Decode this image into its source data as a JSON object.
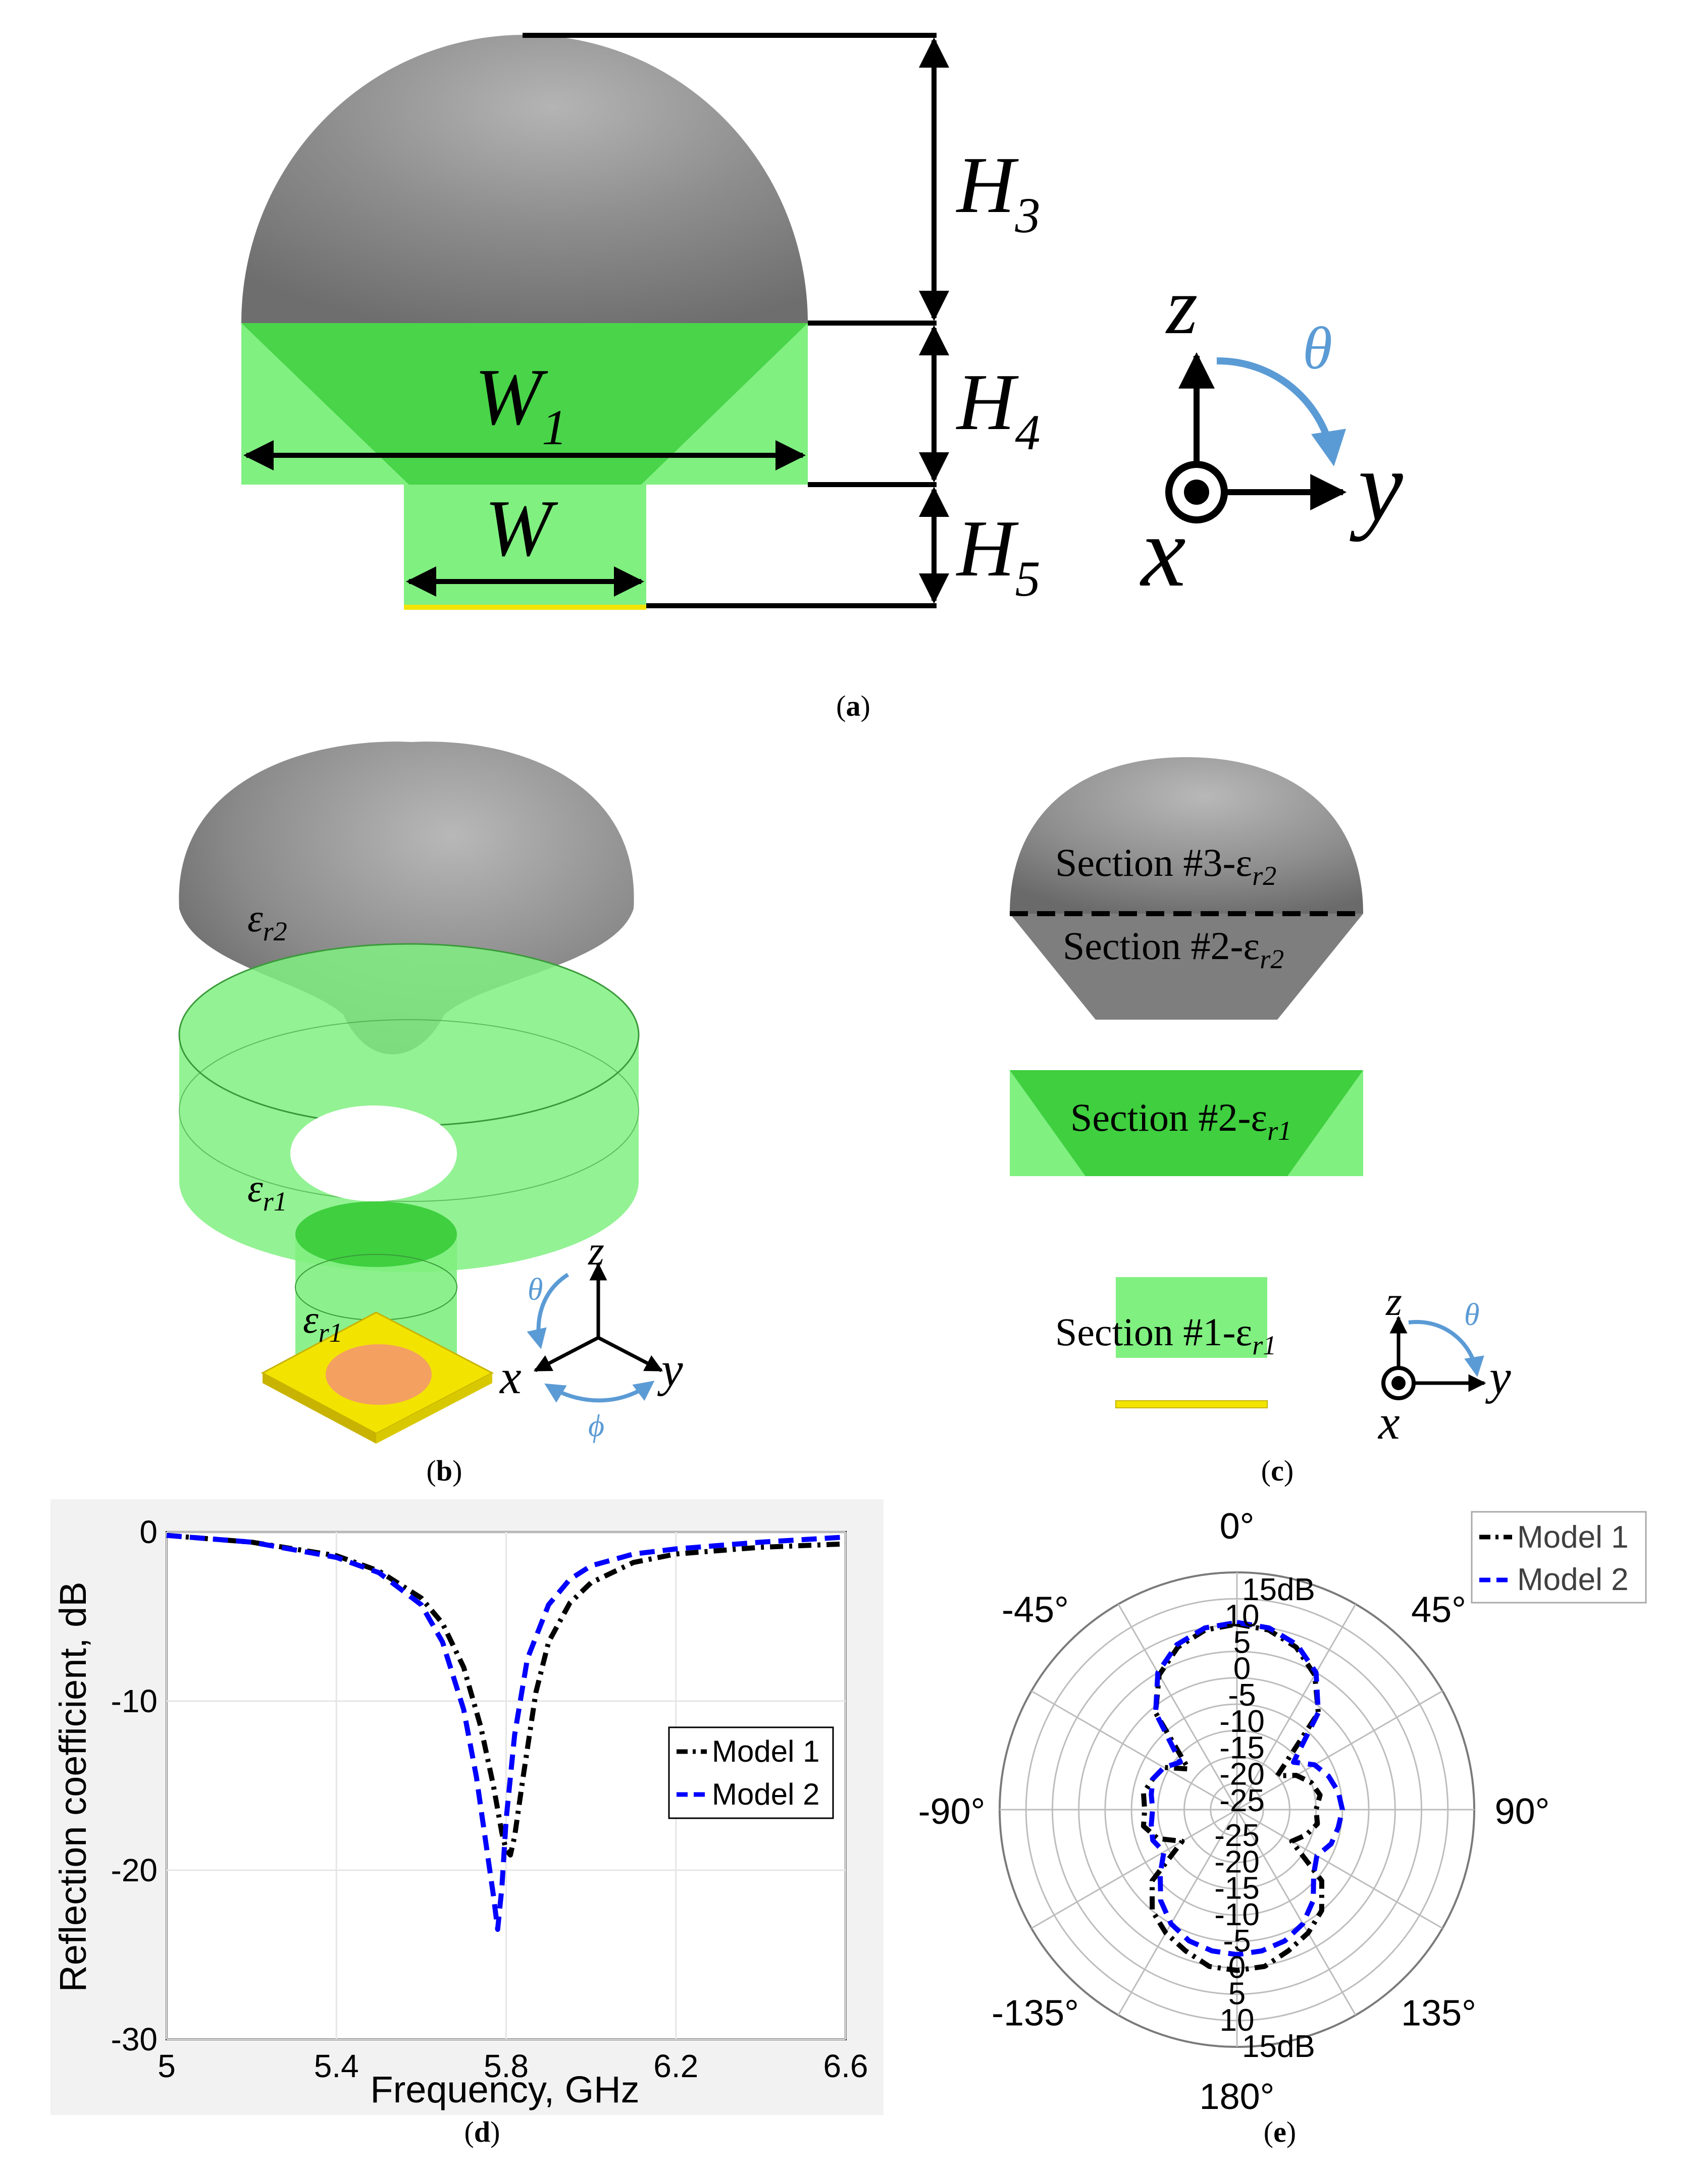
{
  "panel_a": {
    "labels": {
      "h3": "H",
      "h3_sub": "3",
      "h4": "H",
      "h4_sub": "4",
      "h5": "H",
      "h5_sub": "5",
      "w1": "W",
      "w1_sub": "1",
      "w": "W",
      "z": "z",
      "y": "y",
      "x": "x",
      "theta": "θ"
    },
    "caption": {
      "open": "(",
      "letter": "a",
      "close": ")"
    }
  },
  "panel_b": {
    "labels": {
      "er2": "ε",
      "er2_sub": "r2",
      "er1_top": "ε",
      "er1_top_sub": "r1",
      "er1_bottom": "ε",
      "er1_bottom_sub": "r1",
      "z": "z",
      "y": "y",
      "x": "x",
      "theta": "θ",
      "phi": "ϕ"
    },
    "caption": {
      "open": "(",
      "letter": "b",
      "close": ")"
    }
  },
  "panel_c": {
    "labels": {
      "sec3": "Section #3-ε",
      "sec3_sub": "r2",
      "sec2_top": "Section #2-ε",
      "sec2_top_sub": "r2",
      "sec2_bottom": "Section #2-ε",
      "sec2_bottom_sub": "r1",
      "sec1": "Section #1-ε",
      "sec1_sub": "r1",
      "z": "z",
      "y": "y",
      "x": "x",
      "theta": "θ"
    },
    "caption": {
      "open": "(",
      "letter": "c",
      "close": ")"
    }
  },
  "colors": {
    "dome_gray": "#8a8a8a",
    "green": "#7ff07f",
    "green_dark": "#44d044",
    "yellow": "#f2e400",
    "orange": "#f4a060",
    "arrow_blue": "#5b9bd5",
    "model1": "#000000",
    "model2": "#0000ff",
    "grid": "#e6e6e6"
  },
  "chart_data": [
    {
      "type": "line",
      "panel": "d",
      "xlabel": "Frequency, GHz",
      "ylabel": "Reflection coefficient, dB",
      "xlim": [
        5,
        6.6
      ],
      "ylim": [
        -30,
        0
      ],
      "xticks": [
        "5",
        "5.4",
        "5.8",
        "6.2",
        "6.6"
      ],
      "yticks": [
        "0",
        "-10",
        "-20",
        "-30"
      ],
      "grid": true,
      "legend_position": "right-middle",
      "series": [
        {
          "name": "Model 1",
          "style": "dash-dot",
          "color": "#000000",
          "x": [
            5.0,
            5.2,
            5.4,
            5.5,
            5.6,
            5.65,
            5.7,
            5.74,
            5.77,
            5.79,
            5.8,
            5.81,
            5.82,
            5.84,
            5.87,
            5.9,
            5.95,
            6.0,
            6.1,
            6.2,
            6.4,
            6.6
          ],
          "y": [
            -0.2,
            -0.6,
            -1.4,
            -2.3,
            -3.9,
            -5.4,
            -8.0,
            -11.5,
            -15.0,
            -17.8,
            -18.8,
            -19.1,
            -18.0,
            -14.5,
            -9.5,
            -6.5,
            -4.2,
            -3.0,
            -1.8,
            -1.3,
            -0.9,
            -0.7
          ]
        },
        {
          "name": "Model 2",
          "style": "dashed",
          "color": "#0000ff",
          "x": [
            5.0,
            5.2,
            5.4,
            5.5,
            5.6,
            5.65,
            5.7,
            5.73,
            5.75,
            5.77,
            5.78,
            5.79,
            5.8,
            5.82,
            5.85,
            5.9,
            5.95,
            6.0,
            6.1,
            6.2,
            6.4,
            6.6
          ],
          "y": [
            -0.2,
            -0.6,
            -1.5,
            -2.4,
            -4.3,
            -6.5,
            -10.5,
            -14.5,
            -18.0,
            -21.5,
            -23.5,
            -21.0,
            -17.0,
            -12.0,
            -7.5,
            -4.3,
            -2.8,
            -2.0,
            -1.3,
            -1.0,
            -0.6,
            -0.3
          ]
        }
      ]
    },
    {
      "type": "polar",
      "panel": "e",
      "radial_range": [
        -30,
        15
      ],
      "radial_ticks": [
        "15dB",
        "10",
        "5",
        "0",
        "-5",
        "-10",
        "-15",
        "-20",
        "-25"
      ],
      "angle_labels": [
        "0°",
        "45°",
        "90°",
        "135°",
        "180°",
        "-135°",
        "-90°",
        "-45°"
      ],
      "legend_position": "top-right",
      "series": [
        {
          "name": "Model 1",
          "style": "dash-dot",
          "color": "#000000",
          "theta_deg": [
            0,
            10,
            20,
            30,
            40,
            50,
            60,
            70,
            80,
            90,
            100,
            110,
            120,
            130,
            140,
            150,
            160,
            170,
            180,
            190,
            200,
            210,
            220,
            230,
            240,
            250,
            260,
            270,
            280,
            290,
            300,
            310,
            320,
            330,
            340,
            350
          ],
          "gain_db": [
            5.2,
            4.6,
            2.8,
            -0.5,
            -6.0,
            -20.0,
            -17.0,
            -15.0,
            -14.0,
            -15.0,
            -14.5,
            -16.0,
            -18.0,
            -9.0,
            -5.0,
            -3.0,
            -1.5,
            0.2,
            0.5,
            0.2,
            -1.5,
            -3.0,
            -5.0,
            -9.0,
            -18.0,
            -14.0,
            -12.0,
            -12.5,
            -12.0,
            -13.0,
            -14.0,
            -18.0,
            -6.0,
            -0.5,
            2.8,
            4.6
          ]
        },
        {
          "name": "Model 2",
          "style": "dashed",
          "color": "#0000ff",
          "theta_deg": [
            0,
            10,
            20,
            30,
            40,
            50,
            60,
            70,
            80,
            90,
            100,
            110,
            120,
            130,
            140,
            150,
            160,
            170,
            180,
            190,
            200,
            210,
            220,
            230,
            240,
            250,
            260,
            270,
            280,
            290,
            300,
            310,
            320,
            330,
            340,
            350
          ],
          "gain_db": [
            5.5,
            5.0,
            3.3,
            0.0,
            -6.0,
            -16.0,
            -13.0,
            -11.5,
            -10.5,
            -10.0,
            -10.5,
            -11.0,
            -12.5,
            -11.0,
            -7.5,
            -5.0,
            -3.5,
            -2.8,
            -2.5,
            -2.8,
            -3.5,
            -5.0,
            -7.5,
            -11.0,
            -14.0,
            -13.0,
            -13.5,
            -14.0,
            -13.5,
            -13.0,
            -14.0,
            -16.0,
            -6.0,
            0.0,
            3.3,
            5.0
          ]
        }
      ]
    }
  ]
}
